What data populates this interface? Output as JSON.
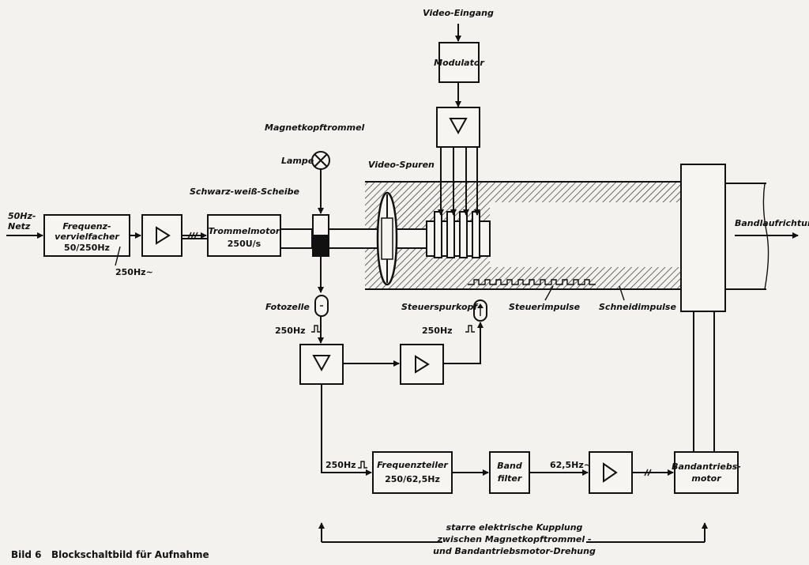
{
  "caption": "Bild 6   Blockschaltbild für Aufnahme",
  "input": {
    "line1": "50Hz-",
    "line2": "Netz"
  },
  "blocks": {
    "freq_mult": {
      "line1": "Frequenz-",
      "line2": "vervielfacher",
      "line3": "50/250Hz"
    },
    "drum_motor": {
      "line1": "Trommelmotor",
      "line2": "250U/s"
    },
    "modulator": "Modulator",
    "freq_div": {
      "line1": "Frequenzteiler",
      "line2": "250/62,5Hz"
    },
    "band_filter": {
      "line1": "Band",
      "line2": "filter"
    },
    "tape_motor": {
      "line1": "Bandantriebs-",
      "line2": "motor"
    }
  },
  "labels": {
    "video_input": "Video-Eingang",
    "head_drum": "Magnetkopftrommel",
    "video_tracks": "Video-Spuren",
    "lamp": "Lampe",
    "bw_disc": "Schwarz-weiß-Scheibe",
    "photocell": "Fotozelle",
    "control_head": "Steuerspurkopf",
    "control_pulses": "Steuerimpulse",
    "cut_pulses": "Schneidimpulse",
    "tape_direction": "Bandlaufrichtung",
    "f_250_a": "250Hz~",
    "f_250_b": "250Hz",
    "f_250_c": "250Hz",
    "f_250_d": "250Hz",
    "f_62_5": "62,5Hz~"
  },
  "coupling": {
    "line1": "starre elektrische Kupplung",
    "line2": "zwischen Magnetkopftrommel -",
    "line3": "und Bandantriebsmotor-Drehung"
  }
}
